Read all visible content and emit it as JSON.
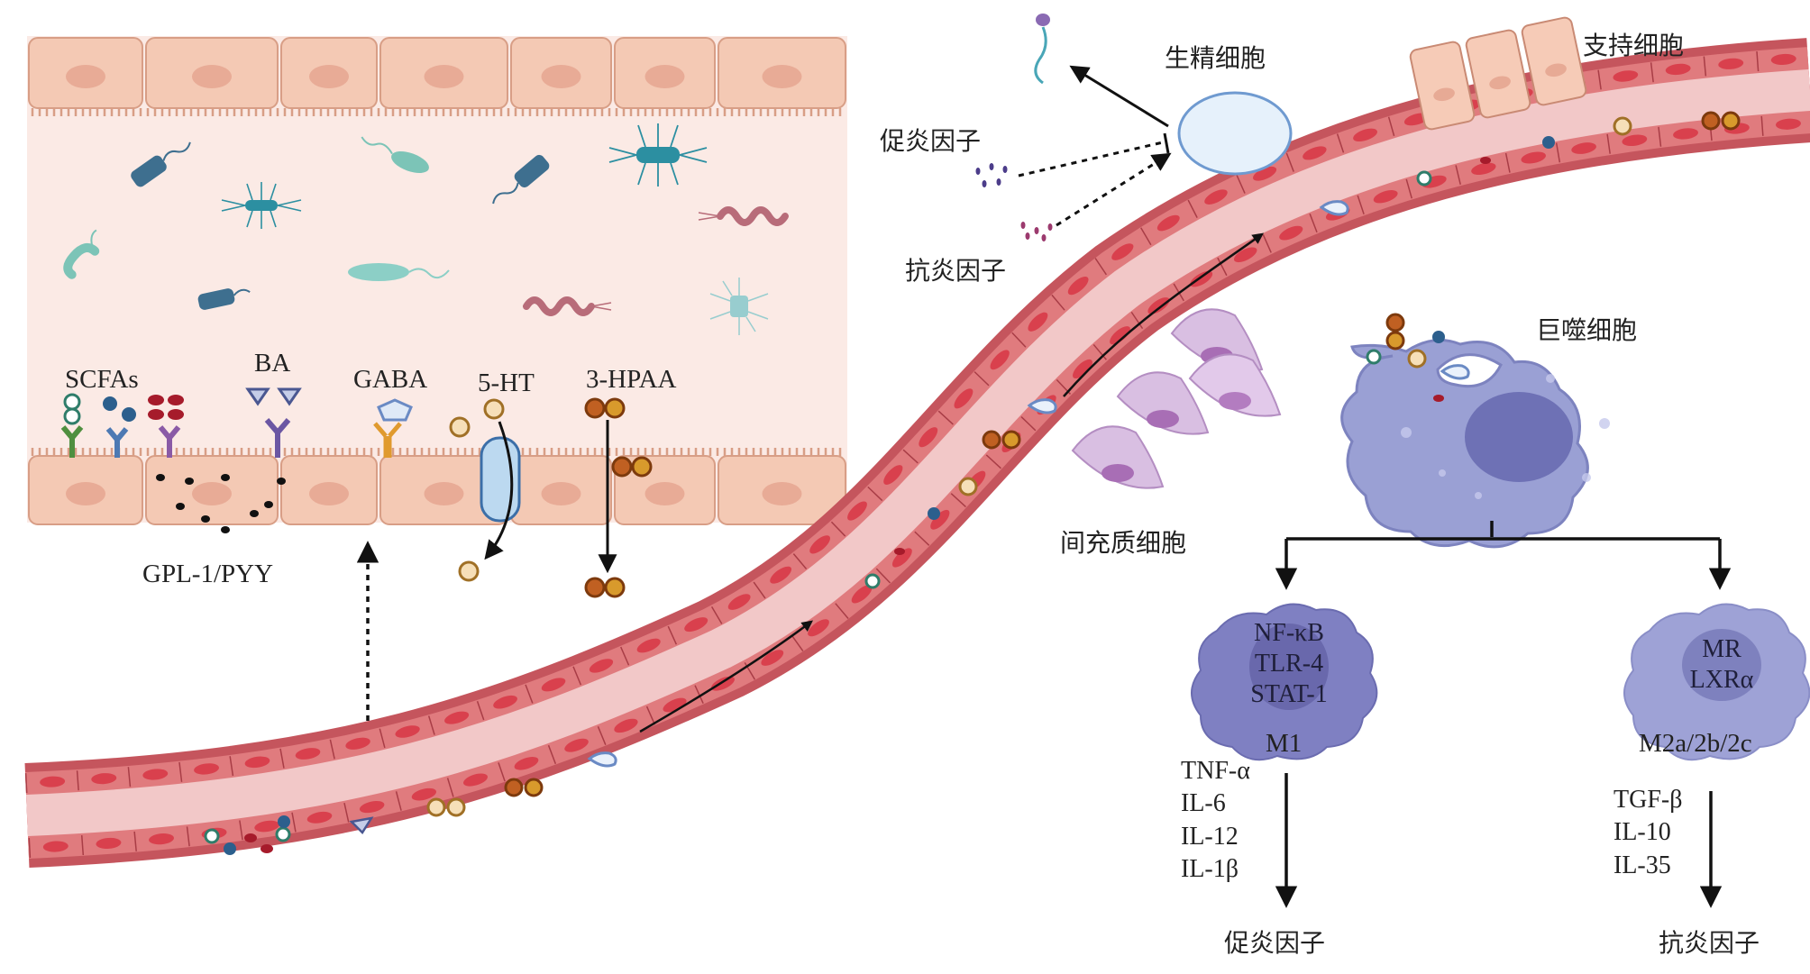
{
  "intestine": {
    "metabolites": {
      "scfas": "SCFAs",
      "ba": "BA",
      "gaba": "GABA",
      "ht5": "5-HT",
      "hpaa": "3-HPAA"
    },
    "hormones": "GPL-1/PYY"
  },
  "testis": {
    "spermatogenic": "生精细胞",
    "sertoli": "支持细胞",
    "mesenchymal": "间充质细胞",
    "pro_factor": "促炎因子",
    "anti_factor": "抗炎因子"
  },
  "macrophage": {
    "title": "巨噬细胞",
    "m1": {
      "markers": [
        "NF-κB",
        "TLR-4",
        "STAT-1"
      ],
      "label": "M1",
      "cytokines": [
        "TNF-α",
        "IL-6",
        "IL-12",
        "IL-1β"
      ],
      "outcome": "促炎因子"
    },
    "m2": {
      "markers": [
        "MR",
        "LXRα"
      ],
      "label": "M2a/2b/2c",
      "cytokines": [
        "TGF-β",
        "IL-10",
        "IL-35"
      ],
      "outcome": "抗炎因子"
    }
  },
  "colors": {
    "vessel_outer": "#c5555d",
    "vessel_inner": "#f2c8c8",
    "epithelium": "#f4c9b4",
    "lumen_bg": "#fbe9e4",
    "macrophage": "#8b8fca",
    "mesenchymal": "#d4b4dd"
  }
}
